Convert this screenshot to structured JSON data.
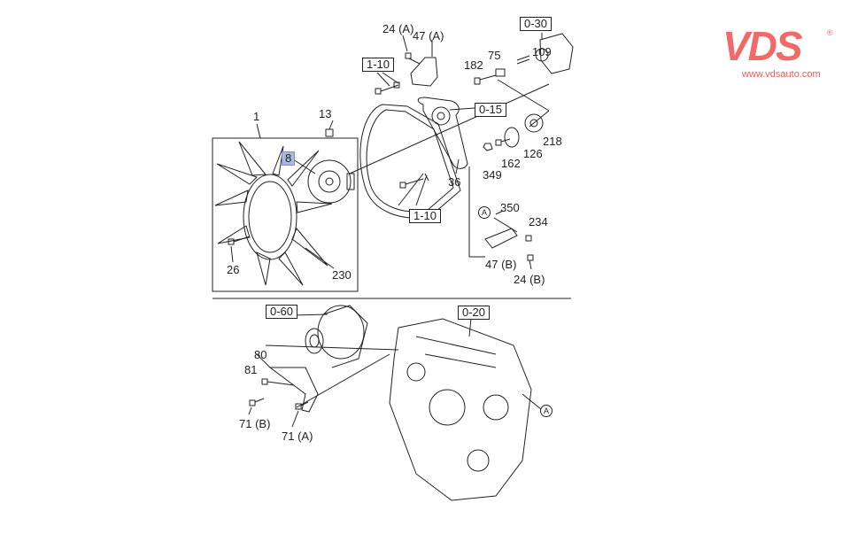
{
  "brand": {
    "logo_text": "VDS",
    "website": "www.vdsauto.com",
    "color": "#f06a6a"
  },
  "callouts": {
    "ref_1_10_top": "1-10",
    "ref_0_30": "0-30",
    "ref_0_15": "0-15",
    "ref_1_10_bottom": "1-10",
    "ref_0_60": "0-60",
    "ref_0_20": "0-20",
    "p24a": "24 (A)",
    "p47a": "47 (A)",
    "p182": "182",
    "p75": "75",
    "p109": "109",
    "p218": "218",
    "p13": "13",
    "p1": "1",
    "p8": "8",
    "p126": "126",
    "p162": "162",
    "p349": "349",
    "p36": "36",
    "pA_top": "A",
    "p350": "350",
    "p234": "234",
    "p47b": "47 (B)",
    "p24b": "24 (B)",
    "p26": "26",
    "p230": "230",
    "p80": "80",
    "p81": "81",
    "pA_bottom": "A",
    "p71b": "71 (B)",
    "p71a": "71 (A)"
  }
}
